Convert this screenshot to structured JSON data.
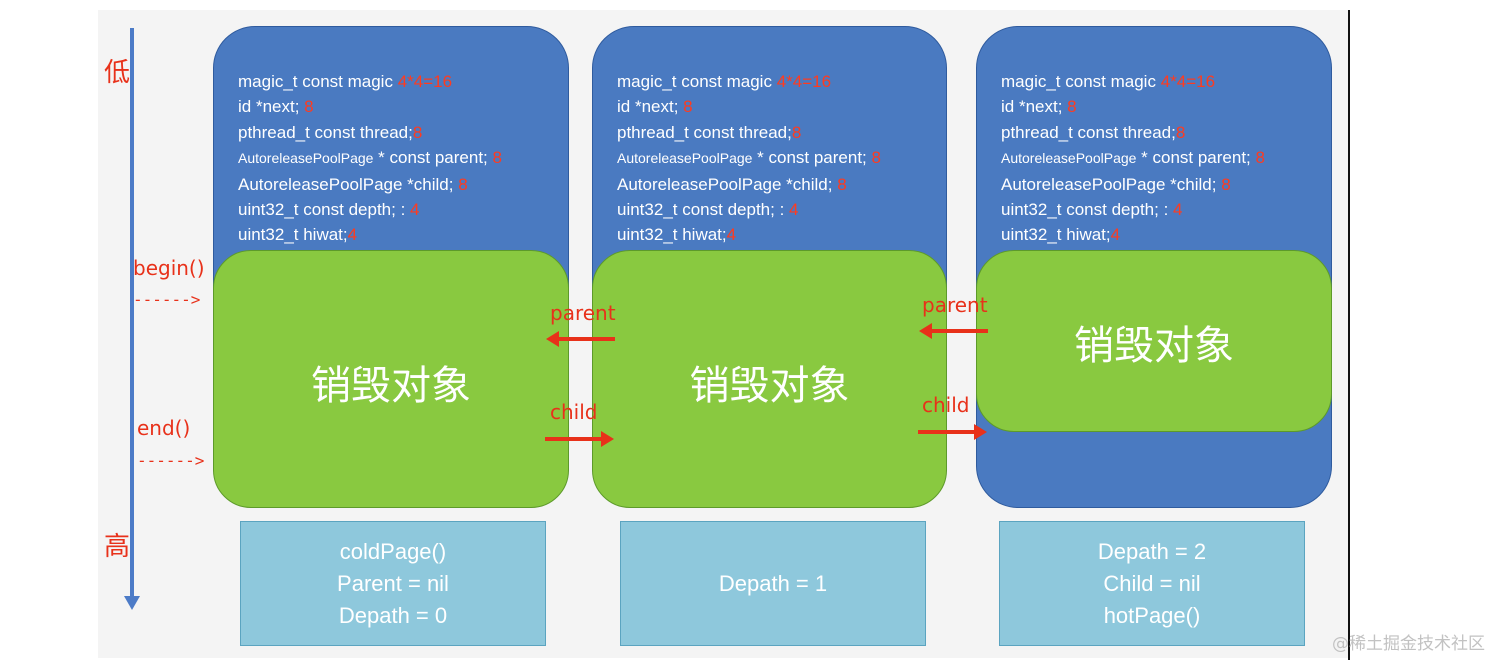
{
  "axis": {
    "low_label": "低",
    "high_label": "高"
  },
  "markers": {
    "begin": "begin()",
    "end": "end()",
    "arrow": "------>"
  },
  "pages": [
    {
      "fields": [
        {
          "text": "magic_t const magic ",
          "value": "4*4=16"
        },
        {
          "text": "id *next; ",
          "value": "8"
        },
        {
          "text": "pthread_t const thread;",
          "value": "8"
        },
        {
          "text": "AutoreleasePoolPage",
          "text2": " * const parent; ",
          "value": "8"
        },
        {
          "text": "AutoreleasePoolPage *child;  ",
          "value": "8"
        },
        {
          "text": "uint32_t const depth; : ",
          "value": "4"
        },
        {
          "text": "uint32_t hiwat;",
          "value": "4"
        }
      ],
      "content_label": "销毁对象",
      "info": [
        "coldPage()",
        "Parent = nil",
        "Depath = 0"
      ]
    },
    {
      "fields": [
        {
          "text": "magic_t const magic ",
          "value": "4*4=16"
        },
        {
          "text": "id *next; ",
          "value": "8"
        },
        {
          "text": "pthread_t const thread;",
          "value": "8"
        },
        {
          "text": "AutoreleasePoolPage",
          "text2": " * const parent; ",
          "value": "8"
        },
        {
          "text": "AutoreleasePoolPage *child;  ",
          "value": "8"
        },
        {
          "text": "uint32_t const depth; : ",
          "value": "4"
        },
        {
          "text": "uint32_t hiwat;",
          "value": "4"
        }
      ],
      "content_label": "销毁对象",
      "info": [
        "Depath = 1"
      ]
    },
    {
      "fields": [
        {
          "text": "magic_t const magic ",
          "value": "4*4=16"
        },
        {
          "text": "id *next; ",
          "value": "8"
        },
        {
          "text": "pthread_t const thread;",
          "value": "8"
        },
        {
          "text": "AutoreleasePoolPage",
          "text2": " * const parent; ",
          "value": "8"
        },
        {
          "text": "AutoreleasePoolPage *child;  ",
          "value": "8"
        },
        {
          "text": "uint32_t const depth; : ",
          "value": "4"
        },
        {
          "text": "uint32_t hiwat;",
          "value": "4"
        }
      ],
      "content_label": "销毁对象",
      "info": [
        "Depath = 2",
        "Child = nil",
        "hotPage()"
      ]
    }
  ],
  "links": {
    "parent": "parent",
    "child": "child"
  },
  "watermark": "@稀土掘金技术社区",
  "colors": {
    "page_blue": "#4a7ac1",
    "content_green": "#89c940",
    "info_blue": "#8ec8dc",
    "accent_red": "#e8311a",
    "axis_blue": "#4c7bc7"
  }
}
